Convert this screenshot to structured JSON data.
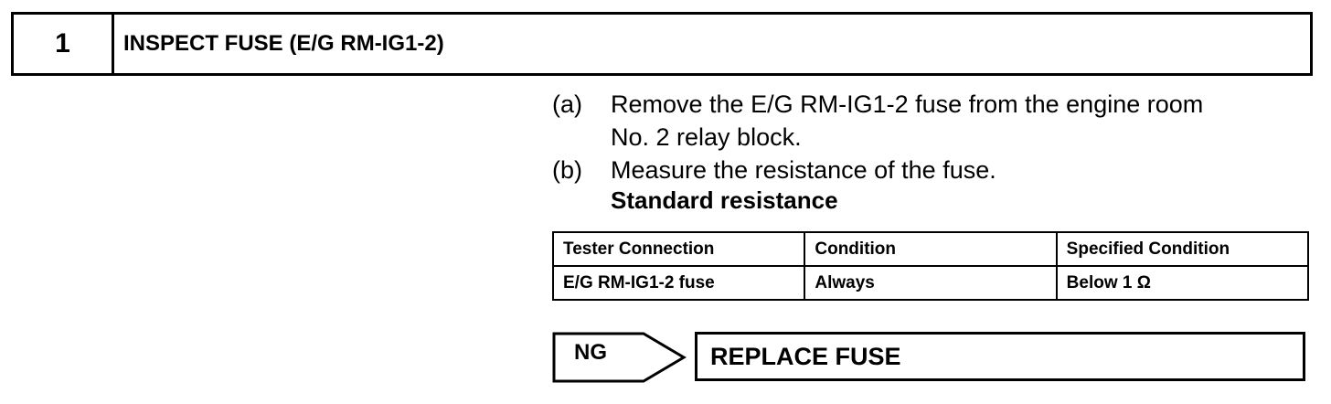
{
  "step": {
    "number": "1",
    "title": "INSPECT FUSE (E/G RM-IG1-2)"
  },
  "instructions": [
    {
      "label": "(a)",
      "line1": "Remove the E/G RM-IG1-2 fuse from the engine room",
      "line2": "No. 2 relay block."
    },
    {
      "label": "(b)",
      "line1": "Measure the resistance of the fuse."
    }
  ],
  "standard_heading": "Standard resistance",
  "table": {
    "headers": [
      "Tester Connection",
      "Condition",
      "Specified Condition"
    ],
    "rows": [
      [
        "E/G RM-IG1-2 fuse",
        "Always",
        "Below 1 Ω"
      ]
    ]
  },
  "result": {
    "ng_label": "NG",
    "action": "REPLACE FUSE"
  }
}
